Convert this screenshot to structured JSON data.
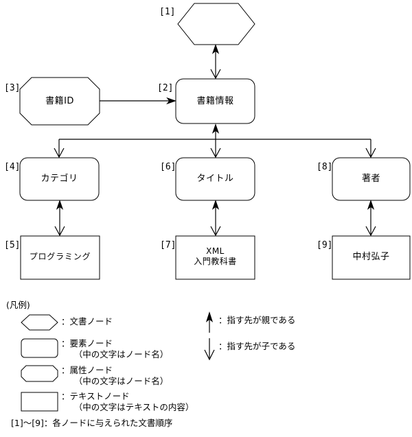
{
  "figure": {
    "type": "dom-tree-diagram",
    "background": "#ffffff",
    "line_color": "#000000"
  },
  "nodes": [
    {
      "id": "n1",
      "order": "[1]",
      "shape": "hexagon",
      "kind": "document-node",
      "label": ""
    },
    {
      "id": "n2",
      "order": "[2]",
      "shape": "rounded-rect",
      "kind": "element-node",
      "label": "書籍情報"
    },
    {
      "id": "n3",
      "order": "[3]",
      "shape": "octagon",
      "kind": "attribute-node",
      "label": "書籍ID"
    },
    {
      "id": "n4",
      "order": "[4]",
      "shape": "rounded-rect",
      "kind": "element-node",
      "label": "カテゴリ"
    },
    {
      "id": "n5",
      "order": "[5]",
      "shape": "rect",
      "kind": "text-node",
      "label": "プログラミング"
    },
    {
      "id": "n6",
      "order": "[6]",
      "shape": "rounded-rect",
      "kind": "element-node",
      "label": "タイトル"
    },
    {
      "id": "n7",
      "order": "[7]",
      "shape": "rect",
      "kind": "text-node",
      "label": "XML\n入門教科書"
    },
    {
      "id": "n8",
      "order": "[8]",
      "shape": "rounded-rect",
      "kind": "element-node",
      "label": "著者"
    },
    {
      "id": "n9",
      "order": "[9]",
      "shape": "rect",
      "kind": "text-node",
      "label": "中村弘子"
    }
  ],
  "edges": [
    {
      "from": "n2",
      "to": "n1",
      "style": "double-parent-child"
    },
    {
      "from": "n3",
      "to": "n2",
      "style": "single-arrow"
    },
    {
      "from": "n2",
      "to": "n4",
      "style": "double-parent-child"
    },
    {
      "from": "n2",
      "to": "n6",
      "style": "double-parent-child"
    },
    {
      "from": "n2",
      "to": "n8",
      "style": "double-parent-child"
    },
    {
      "from": "n4",
      "to": "n5",
      "style": "double-parent-child"
    },
    {
      "from": "n6",
      "to": "n7",
      "style": "double-parent-child"
    },
    {
      "from": "n8",
      "to": "n9",
      "style": "double-parent-child"
    }
  ],
  "legend": {
    "title": "(凡例)",
    "items": [
      {
        "icon": "hexagon-icon",
        "text": "：文書ノード"
      },
      {
        "icon": "rounded-rect-icon",
        "text": "：要素ノード\n　　（中の文字はノード名）"
      },
      {
        "icon": "octagon-icon",
        "text": "：属性ノード\n　　（中の文字はノード名）"
      },
      {
        "icon": "rect-icon",
        "text": "：テキストノード\n　　（中の文字はテキストの内容）"
      }
    ],
    "arrow_items": [
      {
        "icon": "arrow-up-filled-icon",
        "text": "：指す先が親である"
      },
      {
        "icon": "arrow-down-open-icon",
        "text": "：指す先が子である"
      }
    ],
    "order_note": "[1]〜[9]：各ノードに与えられた文書順序"
  }
}
